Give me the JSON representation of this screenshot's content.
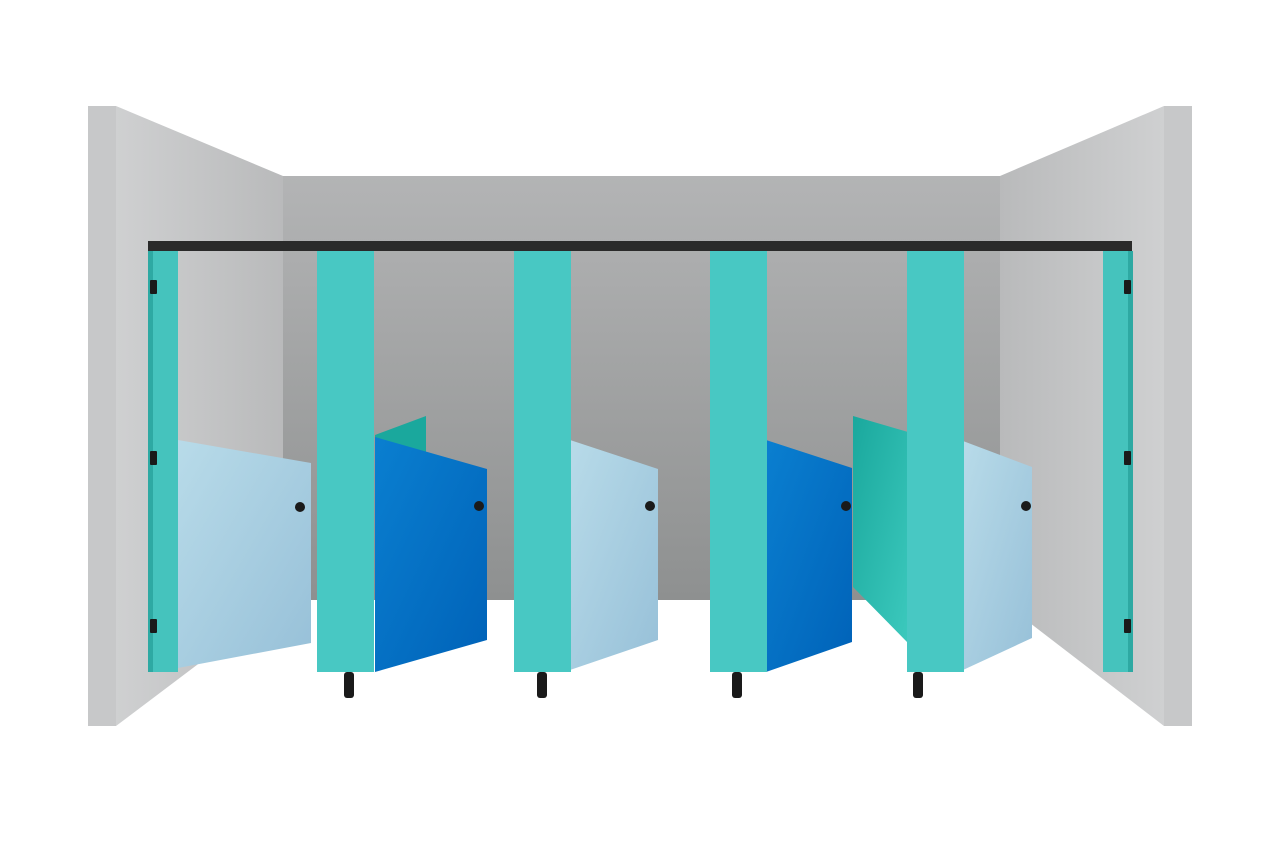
{
  "scene": {
    "subject": "toilet-cubicle-partition-render",
    "cubicle_count": 5,
    "colors": {
      "background": "#ffffff",
      "wall_light": "#c8c9ca",
      "wall_back": "#a9aaab",
      "headrail": "#2a2a2a",
      "pilaster_teal": "#48c8c3",
      "door_light_blue": "#a9cfe2",
      "door_royal_blue": "#0074c7",
      "door_teal": "#36bdb0",
      "fixture_black": "#1a1a1a"
    },
    "doors": [
      {
        "cubicle": 1,
        "color": "light-blue",
        "state": "ajar"
      },
      {
        "cubicle": 2,
        "color": "royal-blue",
        "state": "ajar"
      },
      {
        "cubicle": 3,
        "color": "light-blue",
        "state": "ajar"
      },
      {
        "cubicle": 4,
        "color": "royal-blue",
        "state": "ajar"
      },
      {
        "cubicle": 5,
        "color": "light-blue",
        "state": "ajar"
      }
    ]
  }
}
